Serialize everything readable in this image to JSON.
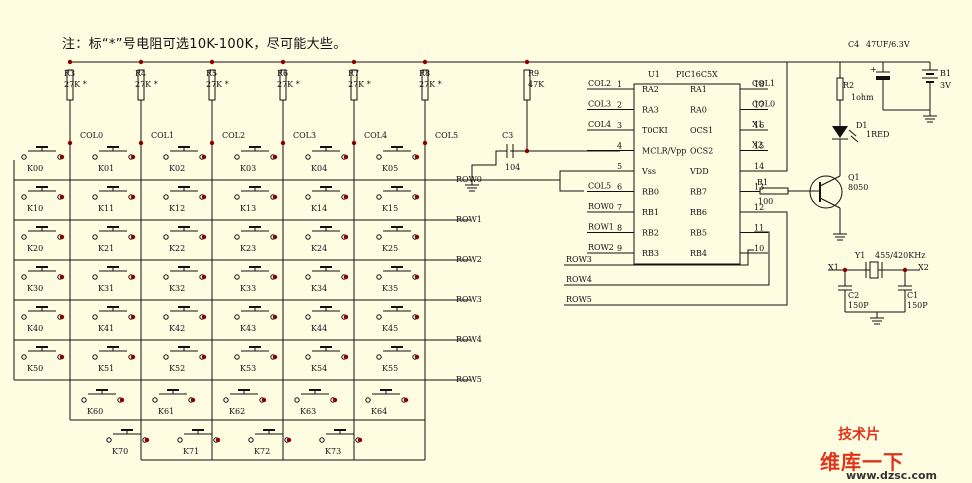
{
  "note": "注：标“*”号电阻可选10K-100K，尽可能大些。",
  "resistors": [
    {
      "ref": "R3",
      "value": "27K *"
    },
    {
      "ref": "R4",
      "value": "27K *"
    },
    {
      "ref": "R5",
      "value": "27K *"
    },
    {
      "ref": "R6",
      "value": "27K *"
    },
    {
      "ref": "R7",
      "value": "27K *"
    },
    {
      "ref": "R8",
      "value": "27K *"
    },
    {
      "ref": "R9",
      "value": "47K"
    }
  ],
  "col_labels": [
    "COL0",
    "COL1",
    "COL2",
    "COL3",
    "COL4",
    "COL5"
  ],
  "row_labels": [
    "ROW0",
    "ROW1",
    "ROW2",
    "ROW3",
    "ROW4",
    "ROW5"
  ],
  "keys": [
    [
      "K00",
      "K01",
      "K02",
      "K03",
      "K04",
      "K05"
    ],
    [
      "K10",
      "K11",
      "K12",
      "K13",
      "K14",
      "K15"
    ],
    [
      "K20",
      "K21",
      "K22",
      "K23",
      "K24",
      "K25"
    ],
    [
      "K30",
      "K31",
      "K32",
      "K33",
      "K34",
      "K35"
    ],
    [
      "K40",
      "K41",
      "K42",
      "K43",
      "K44",
      "K45"
    ],
    [
      "K50",
      "K51",
      "K52",
      "K53",
      "K54",
      "K55"
    ],
    [
      "K60",
      "K61",
      "K62",
      "K63",
      "K64"
    ],
    [
      "K70",
      "K71",
      "K72",
      "K73"
    ]
  ],
  "c3": {
    "ref": "C3",
    "value": "104"
  },
  "ic": {
    "ref": "U1",
    "part": "PIC16C5X",
    "left_pins": [
      {
        "num": "1",
        "name": "RA2",
        "net": "COL2"
      },
      {
        "num": "2",
        "name": "RA3",
        "net": "COL3"
      },
      {
        "num": "3",
        "name": "T0CKI",
        "net": "COL4"
      },
      {
        "num": "4",
        "name": "MCLR/Vpp",
        "net": ""
      },
      {
        "num": "5",
        "name": "Vss",
        "net": ""
      },
      {
        "num": "6",
        "name": "RB0",
        "net": "COL5"
      },
      {
        "num": "7",
        "name": "RB1",
        "net": "ROW0"
      },
      {
        "num": "8",
        "name": "RB2",
        "net": "ROW1"
      },
      {
        "num": "9",
        "name": "RB3",
        "net": "ROW2"
      }
    ],
    "right_pins": [
      {
        "num": "18",
        "name": "RA1",
        "net": "COL1"
      },
      {
        "num": "17",
        "name": "RA0",
        "net": "COL0"
      },
      {
        "num": "16",
        "name": "OCS1",
        "net": "X1"
      },
      {
        "num": "15",
        "name": "OCS2",
        "net": "X2"
      },
      {
        "num": "14",
        "name": "VDD",
        "net": ""
      },
      {
        "num": "13",
        "name": "RB7",
        "net": ""
      },
      {
        "num": "12",
        "name": "RB6",
        "net": ""
      },
      {
        "num": "11",
        "name": "RB5",
        "net": ""
      },
      {
        "num": "10",
        "name": "RB4",
        "net": ""
      }
    ]
  },
  "bottom_rows": [
    "ROW3",
    "ROW4",
    "ROW5"
  ],
  "c4": {
    "ref": "C4",
    "value": "47UF/6.3V"
  },
  "b1": {
    "ref": "B1",
    "value": "3V"
  },
  "r2": {
    "ref": "R2",
    "value": "1ohm"
  },
  "d1": {
    "ref": "D1",
    "value": "1RED"
  },
  "q1": {
    "ref": "Q1",
    "value": "8050"
  },
  "r1": {
    "ref": "R1",
    "value": "100"
  },
  "y1": {
    "ref": "Y1",
    "value": "455/420KHz",
    "x1": "X1",
    "x2": "X2"
  },
  "c2": {
    "ref": "C2",
    "value": "150P"
  },
  "c1": {
    "ref": "C1",
    "value": "150P"
  },
  "watermark": {
    "badge": "技术片",
    "site": "维库一下",
    "url": "www.dzsc.com"
  },
  "colors": {
    "wire": "#111111",
    "net_label": "#7a0f0f",
    "junction": "#8b0000",
    "watermark_red": "#e0341a"
  }
}
